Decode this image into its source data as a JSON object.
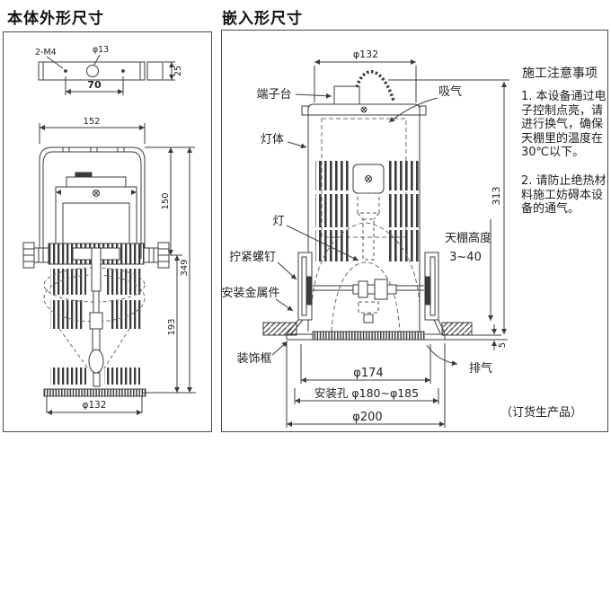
{
  "titles": {
    "left": "本体外形尺寸",
    "right": "嵌入形尺寸"
  },
  "left_view": {
    "thread_label": "2-M4",
    "hole_label": "φ13",
    "pitch_dim": "70",
    "bracket_height_dim": "25",
    "width_dim": "152",
    "upper_height_dim": "150",
    "overall_height_dim": "349",
    "lower_height_dim": "193",
    "diameter_dim": "φ132"
  },
  "right_view": {
    "top_diameter_dim": "φ132",
    "terminal_label": "端子台",
    "intake_label": "吸气",
    "body_label": "灯体",
    "lamp_label": "灯",
    "screw_label": "拧紧螺钉",
    "bracket_label": "安装金属件",
    "trim_label": "装饰框",
    "exhaust_label": "排气",
    "ceiling_label_line1": "天棚高度",
    "ceiling_label_line2": "3~40",
    "height_dim": "313",
    "trim_gap_dim": "5",
    "inner_diameter_dim": "φ174",
    "mount_hole_dim": "安装孔 φ180~φ185",
    "outer_diameter_dim": "φ200",
    "order_note": "（订货生产品）"
  },
  "notes": {
    "heading": "施工注意事项",
    "item1": "1. 本设备通过电子控制点亮，请进行换气，确保天棚里的温度在30℃以下。",
    "item2": "2. 请防止绝热材料施工妨碍本设备的通气。"
  },
  "colors": {
    "line": "#3b3b3b",
    "background": "#ffffff"
  }
}
